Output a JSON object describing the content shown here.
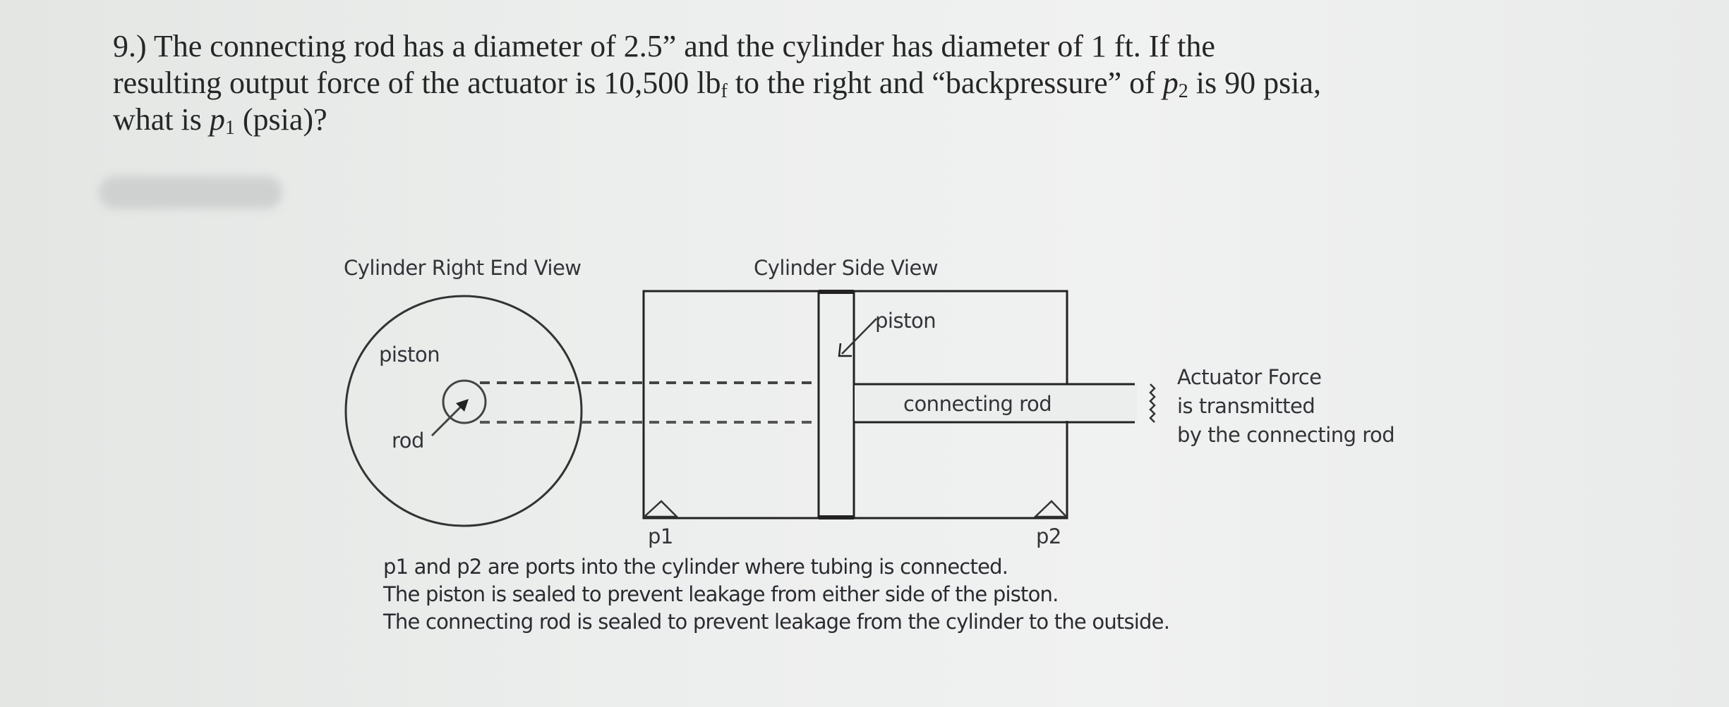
{
  "question": {
    "number": "9.)",
    "line1": "The connecting rod has a diameter of 2.5” and the cylinder has diameter of 1 ft. If the",
    "line2_prefix": "resulting output force of the actuator is 10,500 lb",
    "line2_sub_f": "f",
    "line2_mid": " to the right and “backpressure” of ",
    "line2_var": "p",
    "line2_var_sub": "2",
    "line2_suffix": " is 90 psia,",
    "line3_prefix": "what is ",
    "line3_var": "p",
    "line3_var_sub": "1",
    "line3_suffix": " (psia)?"
  },
  "given": {
    "rod_diameter": "2.5 in",
    "cylinder_diameter": "1 ft",
    "output_force": "10,500 lbf",
    "force_direction": "right",
    "p2_backpressure": "90 psia",
    "unknown": "p1 (psia)"
  },
  "diagram": {
    "end_view": {
      "title": "Cylinder Right End View",
      "piston_label": "piston",
      "rod_label": "rod"
    },
    "side_view": {
      "title": "Cylinder Side View",
      "piston_label": "piston",
      "rod_label": "connecting rod",
      "port_left": "p1",
      "port_right": "p2"
    },
    "force_note": {
      "line1": "Actuator Force",
      "line2": "is transmitted",
      "line3": "by the connecting rod"
    }
  },
  "notes": [
    "p1 and p2 are ports into the cylinder where tubing is connected.",
    "The piston is sealed to prevent leakage from either side of the piston.",
    "The connecting rod is sealed to prevent leakage from the cylinder to the outside."
  ]
}
